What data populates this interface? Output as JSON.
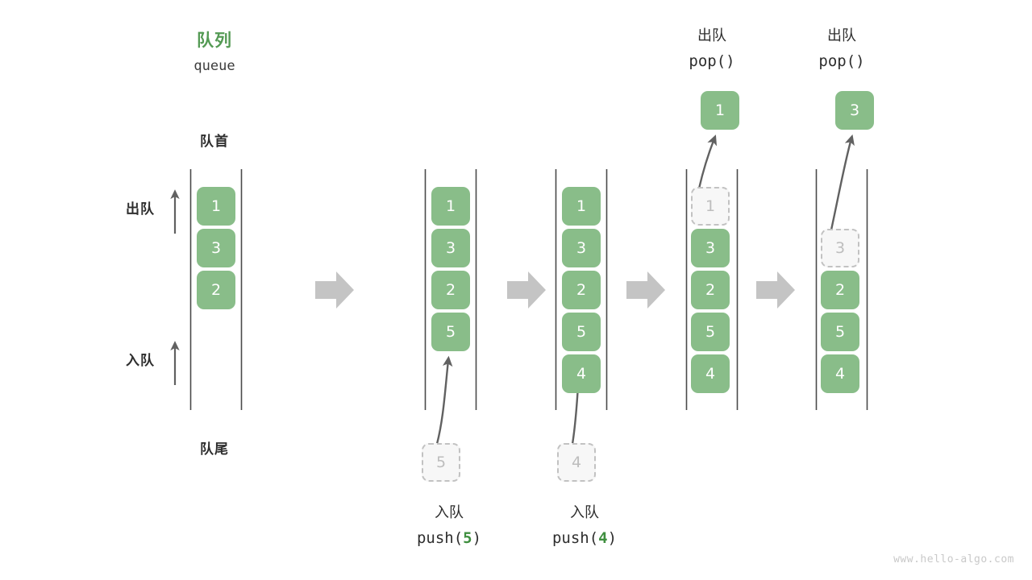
{
  "header": {
    "title_cn": "队列",
    "title_en": "queue",
    "title_color": "#549a54"
  },
  "labels": {
    "front": "队首",
    "rear": "队尾",
    "dequeue": "出队",
    "enqueue": "入队"
  },
  "colors": {
    "cell_fill": "#89bd89",
    "cell_text": "#ffffff",
    "ghost_fill": "#f7f7f7",
    "ghost_border": "#c2c2c2",
    "ghost_text": "#bdbdbd",
    "rail": "#4a4a4a",
    "arrow": "#616161",
    "step_arrow": "#c4c4c4",
    "accent_green": "#3f8f3f"
  },
  "steps": [
    {
      "id": "initial",
      "cells": [
        "1",
        "3",
        "2"
      ],
      "ghost_index": -1,
      "op_cn": "",
      "op_code": "",
      "popped": null
    },
    {
      "id": "push-5",
      "cells": [
        "1",
        "3",
        "2",
        "5"
      ],
      "ghost_index": -1,
      "op_cn": "入队",
      "op_code_prefix": "push(",
      "op_code_value": "5",
      "op_code_suffix": ")",
      "incoming_value": "5",
      "popped": null
    },
    {
      "id": "push-4",
      "cells": [
        "1",
        "3",
        "2",
        "5",
        "4"
      ],
      "ghost_index": -1,
      "op_cn": "入队",
      "op_code_prefix": "push(",
      "op_code_value": "4",
      "op_code_suffix": ")",
      "incoming_value": "4",
      "popped": null
    },
    {
      "id": "pop-1",
      "cells": [
        "1",
        "3",
        "2",
        "5",
        "4"
      ],
      "ghost_index": 0,
      "op_cn": "出队",
      "op_code_prefix": "pop(",
      "op_code_value": "",
      "op_code_suffix": ")",
      "popped": "1"
    },
    {
      "id": "pop-3",
      "cells": [
        "3",
        "2",
        "5",
        "4"
      ],
      "ghost_index": 0,
      "op_cn": "出队",
      "op_code_prefix": "pop(",
      "op_code_value": "",
      "op_code_suffix": ")",
      "popped": "3"
    }
  ],
  "step_arrows": 4,
  "watermark": "www.hello-algo.com"
}
